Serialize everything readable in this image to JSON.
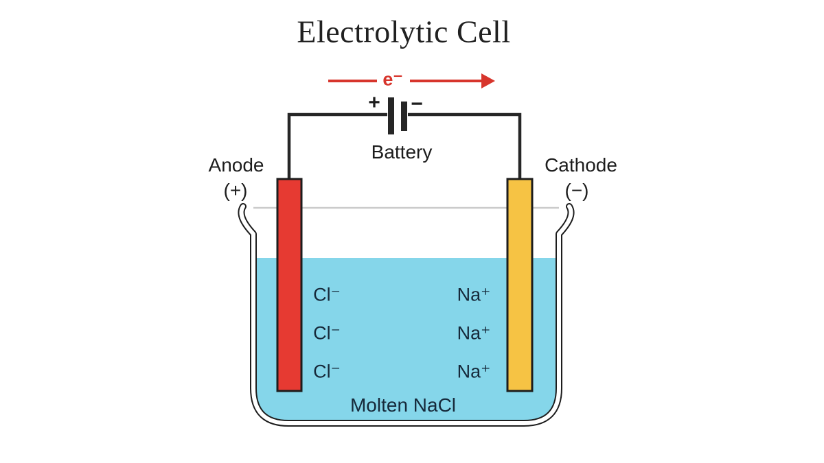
{
  "title": "Electrolytic Cell",
  "electron_flow": {
    "label": "e⁻"
  },
  "battery": {
    "label": "Battery",
    "positive_sign": "+",
    "negative_sign": "−"
  },
  "anode": {
    "label": "Anode",
    "charge": "(+)"
  },
  "cathode": {
    "label": "Cathode",
    "charge": "(−)"
  },
  "solution": {
    "label": "Molten NaCl",
    "anode_ions": [
      "Cl⁻",
      "Cl⁻",
      "Cl⁻"
    ],
    "cathode_ions": [
      "Na⁺",
      "Na⁺",
      "Na⁺"
    ]
  },
  "colors": {
    "anode_fill": "#e63a32",
    "cathode_fill": "#f6c344",
    "liquid": "#85d6ea",
    "arrow": "#d7352c",
    "wire": "#262626",
    "outline": "#1d1d1d",
    "rim_line": "#cbcbcb"
  }
}
